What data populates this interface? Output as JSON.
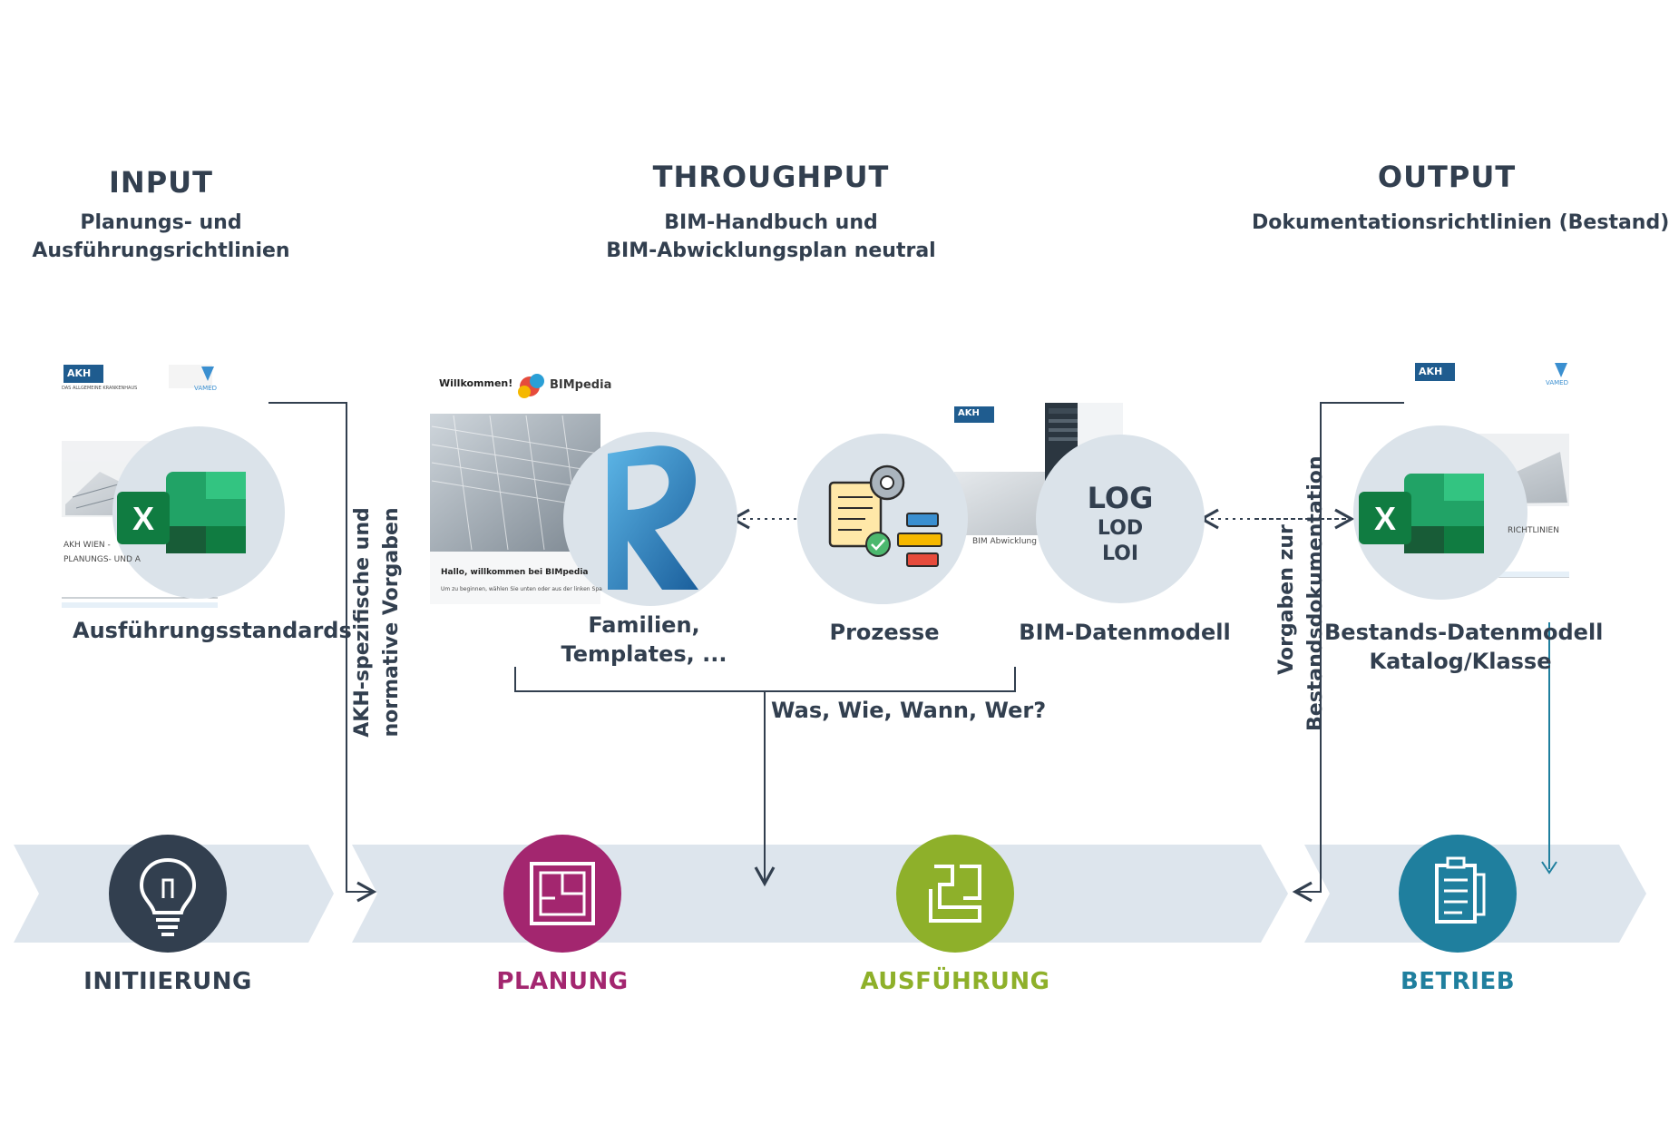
{
  "columns": {
    "input": {
      "title": "INPUT",
      "subtitle_line1": "Planungs- und",
      "subtitle_line2": "Ausführungsrichtlinien"
    },
    "throughput": {
      "title": "THROUGHPUT",
      "subtitle_line1": "BIM-Handbuch und",
      "subtitle_line2": "BIM-Abwicklungsplan neutral"
    },
    "output": {
      "title": "OUTPUT",
      "subtitle_line1": "Dokumentationsrichtlinien (Bestand)"
    }
  },
  "nodes": {
    "ausfuehrungsstandards": {
      "label": "Ausführungsstandards",
      "icon": "excel-icon"
    },
    "familien": {
      "label_line1": "Familien,",
      "label_line2": "Templates, ...",
      "icon": "revit-icon"
    },
    "prozesse": {
      "label": "Prozesse",
      "icon": "process-icon"
    },
    "bim_datenmodell": {
      "label": "BIM-Datenmodell",
      "badge_line1": "LOG",
      "badge_line2": "LOD",
      "badge_line3": "LOI"
    },
    "bestands_datenmodell": {
      "label_line1": "Bestands-Datenmodell",
      "label_line2": "Katalog/Klasse",
      "icon": "excel-icon"
    }
  },
  "vertical_labels": {
    "akh": {
      "line1": "AKH-spezifische und",
      "line2": "normative Vorgaben"
    },
    "bestand": {
      "line1": "Vorgaben zur",
      "line2": "Bestandsdokumentation"
    }
  },
  "bracket_label": "Was, Wie, Wann, Wer?",
  "phases": [
    {
      "label": "INITIIERUNG",
      "color": "#323f4f",
      "icon": "lightbulb-icon"
    },
    {
      "label": "PLANUNG",
      "color": "#a3266f",
      "icon": "floorplan-icon"
    },
    {
      "label": "AUSFÜHRUNG",
      "color": "#8eb02a",
      "icon": "crane-icon"
    },
    {
      "label": "BETRIEB",
      "color": "#1f7f9e",
      "icon": "document-icon"
    }
  ],
  "thumbnails": {
    "akh_doc": {
      "logo": "AKH",
      "logo_sub": "DAS ALLGEMEINE KRANKENHAUS",
      "partner": "VAMED",
      "line1": "AKH WIEN -",
      "line2": "PLANUNGS- UND A"
    },
    "bimpedia": {
      "welcome": "Willkommen!",
      "brand": "BIMpedia",
      "hello": "Hallo, willkommen bei BIMpedia",
      "hint": "Um zu beginnen, wählen Sie unten oder aus der linken Spa"
    },
    "bim_doc": {
      "logo": "AKH",
      "caption": "BIM Abwicklung"
    },
    "bestand_doc": {
      "logo": "AKH",
      "partner": "VAMED",
      "caption": "RICHTLINIEN"
    }
  },
  "colors": {
    "text": "#323f4f",
    "band": "#dde5ed",
    "circle": "#dbe3ea",
    "line": "#323f4f",
    "blue_line": "#1f7f9e"
  }
}
